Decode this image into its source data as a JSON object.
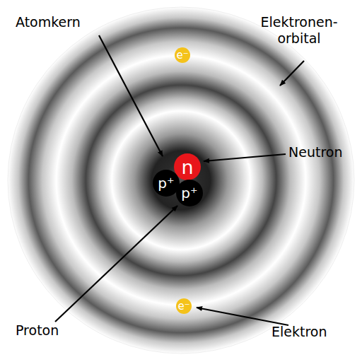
{
  "diagram": {
    "nodes": [
      {
        "text": [
          "e⁻"
        ]
      },
      {
        "text": [
          "n"
        ]
      },
      {
        "text": [
          "p⁺"
        ]
      },
      {
        "text": [
          "p⁺"
        ]
      },
      {
        "text": [
          "e⁻"
        ]
      }
    ],
    "labels": [
      "Atomkern",
      "Elektronen- orbital",
      "Neutron",
      "Proton",
      "Elektron"
    ]
  }
}
